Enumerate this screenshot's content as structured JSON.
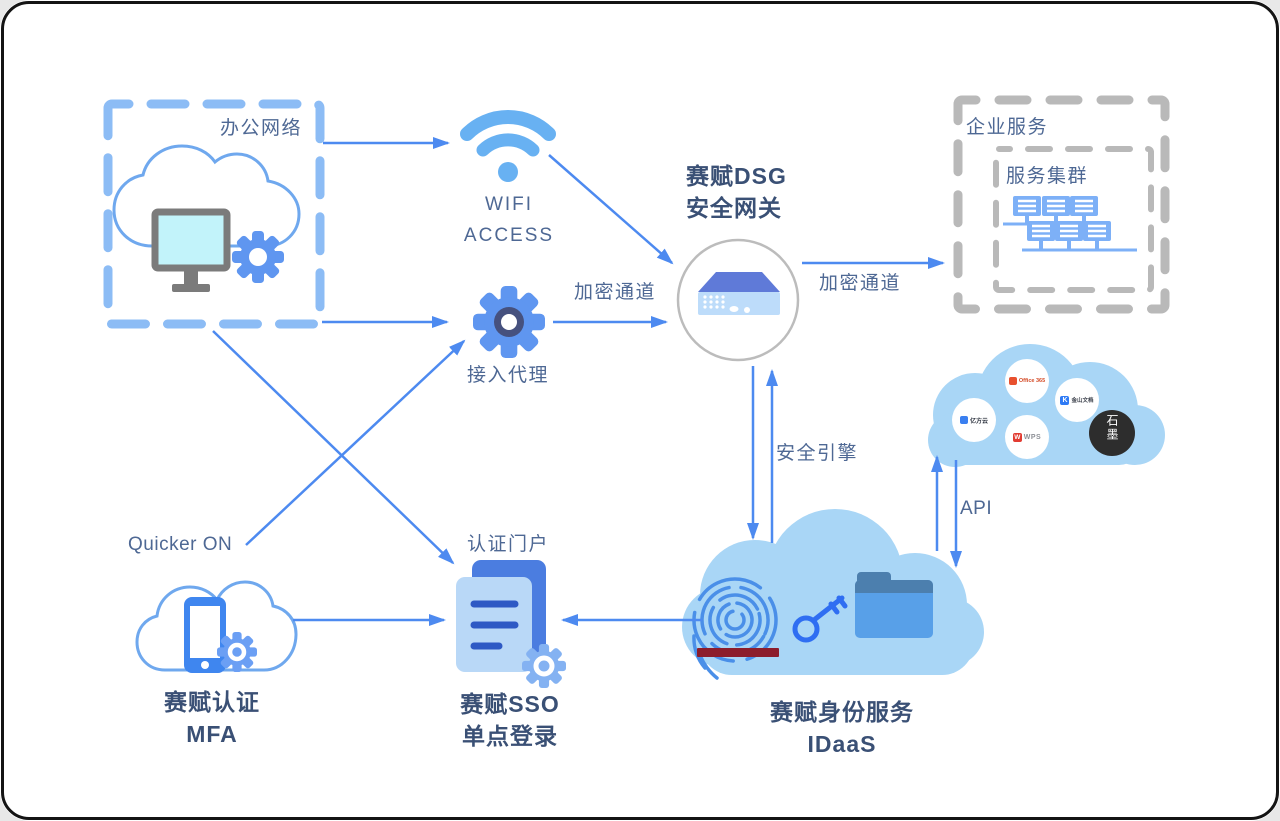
{
  "nodes": {
    "office_network": {
      "label": "办公网络"
    },
    "wifi": {
      "label_line1": "WIFI",
      "label_line2": "ACCESS"
    },
    "dsg_gateway": {
      "title_line1": "赛赋DSG",
      "title_line2": "安全网关"
    },
    "enterprise_services": {
      "label": "企业服务",
      "cluster_label": "服务集群"
    },
    "access_proxy": {
      "label": "接入代理"
    },
    "auth_portal": {
      "label": "认证门户",
      "title_line1": "赛赋SSO",
      "title_line2": "单点登录"
    },
    "mfa": {
      "top_label": "Quicker ON",
      "title_line1": "赛赋认证",
      "title_line2": "MFA"
    },
    "idaas": {
      "title_line1": "赛赋身份服务",
      "title_line2": "IDaaS"
    },
    "saas_cloud": {
      "apps": [
        {
          "label": "Office 365"
        },
        {
          "label": "金山文档",
          "badge": "K"
        },
        {
          "label": "亿方云"
        },
        {
          "label": "WPS",
          "badge": "W"
        },
        {
          "label": "石墨"
        }
      ]
    }
  },
  "edges": {
    "encrypted_channel_left": "加密通道",
    "encrypted_channel_right": "加密通道",
    "security_engine": "安全引擎",
    "api": "API"
  },
  "colors": {
    "arrow_blue": "#4d8af0",
    "dash_light_blue": "#8cbcf5",
    "dash_gray": "#b9b9b9",
    "title_text": "#3a5075",
    "label_text": "#4e6894",
    "cloud_fill": "#a9d6f6",
    "fingerprint_bar_red": "#8c1d2c"
  }
}
